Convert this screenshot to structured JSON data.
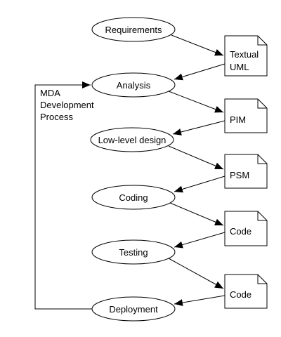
{
  "process_label": [
    "MDA",
    "Development",
    "Process"
  ],
  "stages": [
    {
      "id": "requirements",
      "label": "Requirements"
    },
    {
      "id": "analysis",
      "label": "Analysis"
    },
    {
      "id": "low-level-design",
      "label": "Low-level design"
    },
    {
      "id": "coding",
      "label": "Coding"
    },
    {
      "id": "testing",
      "label": "Testing"
    },
    {
      "id": "deployment",
      "label": "Deployment"
    }
  ],
  "artifacts": [
    {
      "id": "textual-uml",
      "lines": [
        "Textual",
        "UML"
      ]
    },
    {
      "id": "pim",
      "lines": [
        "PIM"
      ]
    },
    {
      "id": "psm",
      "lines": [
        "PSM"
      ]
    },
    {
      "id": "code-1",
      "lines": [
        "Code"
      ]
    },
    {
      "id": "code-2",
      "lines": [
        "Code"
      ]
    }
  ]
}
